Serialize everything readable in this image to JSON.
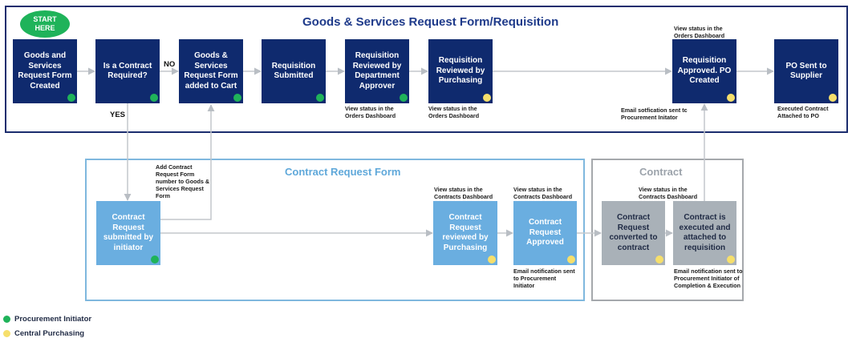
{
  "title": "Goods & Services Request Form/Requisition",
  "start": "START HERE",
  "sections": {
    "contract_request_form": "Contract Request Form",
    "contract": "Contract"
  },
  "steps": {
    "gs_created": "Goods and Services Request Form Created",
    "contract_required": "Is a Contract Required?",
    "added_to_cart": "Goods & Services Request Form added to Cart",
    "req_submitted": "Requisition Submitted",
    "dept_approver": "Requisition Reviewed by Department Approver",
    "reviewed_purchasing": "Requisition Reviewed by Purchasing",
    "approved_po": "Requisition Approved. PO Created",
    "po_sent": "PO Sent to Supplier",
    "crf_submitted": "Contract Request submitted by initiator",
    "crf_reviewed": "Contract Request reviewed by Purchasing",
    "crf_approved": "Contract Request Approved",
    "converted": "Contract Request converted to contract",
    "executed": "Contract is executed and attached to requisition"
  },
  "edge_labels": {
    "no": "NO",
    "yes": "YES"
  },
  "notes": {
    "add_contract": "Add Contract Request Form number to Goods & Services Request Form",
    "orders_dash_1": "View status in the Orders Dashboard",
    "orders_dash_2": "View status in the Orders Dashboard",
    "orders_dash_3": "View status in the Orders Dashboard",
    "email_initiator": "Email sotfication sent tc Procurement Initator",
    "executed_attached": "Executed Contract Attached to PO",
    "contracts_dash_1": "View status in the Contracts Dashboard",
    "contracts_dash_2": "View status in the Contracts Dashboard",
    "contracts_dash_3": "View status in the Contracts Dashboard",
    "email_crf": "Email notification sent to Procurement Initiator",
    "email_completion": "Email notification sent to Procurement Initiator of Completion & Execution"
  },
  "legend": {
    "initiator": "Procurement Initiator",
    "purchasing": "Central Purchasing"
  },
  "colors": {
    "navy": "#0f2a6e",
    "light_blue": "#6aaee0",
    "grey": "#a9b1b8",
    "initiator": "#1fb35a",
    "purchasing": "#f6df6b"
  }
}
